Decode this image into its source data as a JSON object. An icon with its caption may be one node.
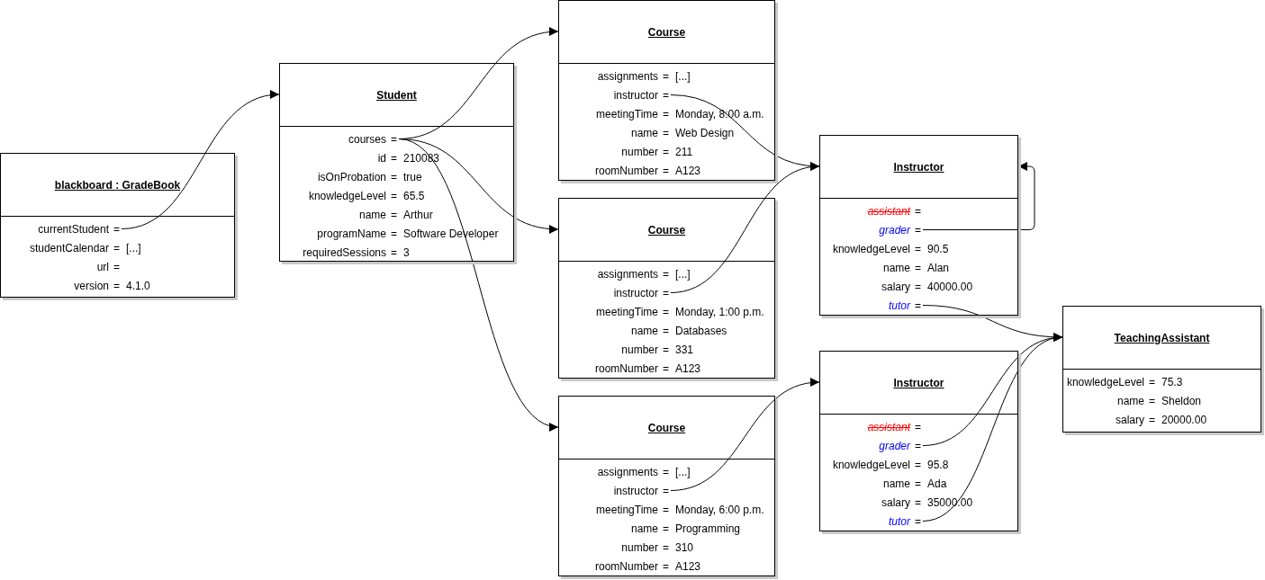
{
  "diagram": {
    "nodes": [
      {
        "text": [
          "blackboard : GradeBook"
        ]
      },
      {
        "text": [
          "currentStudent",
          "="
        ],
        "in": 0
      },
      {
        "text": [
          "studentCalendar",
          "=",
          "[...]"
        ],
        "in": 0
      },
      {
        "text": [
          "url",
          "="
        ],
        "in": 0
      },
      {
        "text": [
          "version",
          "=",
          "4.1.0"
        ],
        "in": 0
      },
      {
        "text": [
          "Student"
        ]
      },
      {
        "text": [
          "courses",
          "="
        ],
        "in": 5
      },
      {
        "text": [
          "id",
          "=",
          "210083"
        ],
        "in": 5
      },
      {
        "text": [
          "isOnProbation",
          "=",
          "true"
        ],
        "in": 5
      },
      {
        "text": [
          "knowledgeLevel",
          "=",
          "65.5"
        ],
        "in": 5
      },
      {
        "text": [
          "name",
          "=",
          "Arthur"
        ],
        "in": 5
      },
      {
        "text": [
          "programName",
          "=",
          "Software Developer"
        ],
        "in": 5
      },
      {
        "text": [
          "requiredSessions",
          "=",
          "3"
        ],
        "in": 5
      },
      {
        "text": [
          "Course"
        ]
      },
      {
        "text": [
          "assignments",
          "=",
          "[...]"
        ],
        "in": 13
      },
      {
        "text": [
          "instructor",
          "="
        ],
        "in": 13
      },
      {
        "text": [
          "meetingTime",
          "=",
          "Monday, 8:00 a.m."
        ],
        "in": 13
      },
      {
        "text": [
          "name",
          "=",
          "Web Design"
        ],
        "in": 13
      },
      {
        "text": [
          "number",
          "=",
          "211"
        ],
        "in": 13
      },
      {
        "text": [
          "roomNumber",
          "=",
          "A123"
        ],
        "in": 13
      },
      {
        "text": [
          "Course"
        ]
      },
      {
        "text": [
          "assignments",
          "=",
          "[...]"
        ],
        "in": 20
      },
      {
        "text": [
          "instructor",
          "="
        ],
        "in": 20
      },
      {
        "text": [
          "meetingTime",
          "=",
          "Monday, 1:00 p.m."
        ],
        "in": 20
      },
      {
        "text": [
          "name",
          "=",
          "Databases"
        ],
        "in": 20
      },
      {
        "text": [
          "number",
          "=",
          "331"
        ],
        "in": 20
      },
      {
        "text": [
          "roomNumber",
          "=",
          "A123"
        ],
        "in": 20
      },
      {
        "text": [
          "Course"
        ]
      },
      {
        "text": [
          "assignments",
          "=",
          "[...]"
        ],
        "in": 27
      },
      {
        "text": [
          "instructor",
          "="
        ],
        "in": 27
      },
      {
        "text": [
          "meetingTime",
          "=",
          "Monday, 6:00 p.m."
        ],
        "in": 27
      },
      {
        "text": [
          "name",
          "=",
          "Programming"
        ],
        "in": 27
      },
      {
        "text": [
          "number",
          "=",
          "310"
        ],
        "in": 27
      },
      {
        "text": [
          "roomNumber",
          "=",
          "A123"
        ],
        "in": 27
      },
      {
        "text": [
          "Instructor"
        ]
      },
      {
        "text": [
          "assistant",
          "="
        ],
        "in": 34
      },
      {
        "text": [
          "grader",
          "="
        ],
        "in": 34
      },
      {
        "text": [
          "knowledgeLevel",
          "=",
          "90.5"
        ],
        "in": 34
      },
      {
        "text": [
          "name",
          "=",
          "Alan"
        ],
        "in": 34
      },
      {
        "text": [
          "salary",
          "=",
          "40000.00"
        ],
        "in": 34
      },
      {
        "text": [
          "tutor",
          "="
        ],
        "in": 34
      },
      {
        "text": [
          "Instructor"
        ]
      },
      {
        "text": [
          "assistant",
          "="
        ],
        "in": 41
      },
      {
        "text": [
          "grader",
          "="
        ],
        "in": 41
      },
      {
        "text": [
          "knowledgeLevel",
          "=",
          "95.8"
        ],
        "in": 41
      },
      {
        "text": [
          "name",
          "=",
          "Ada"
        ],
        "in": 41
      },
      {
        "text": [
          "salary",
          "=",
          "35000.00"
        ],
        "in": 41
      },
      {
        "text": [
          "tutor",
          "="
        ],
        "in": 41
      },
      {
        "text": [
          "TeachingAssistant"
        ]
      },
      {
        "text": [
          "knowledgeLevel",
          "=",
          "75.3"
        ],
        "in": 48
      },
      {
        "text": [
          "name",
          "=",
          "Sheldon"
        ],
        "in": 48
      },
      {
        "text": [
          "salary",
          "=",
          "20000.00"
        ],
        "in": 48
      }
    ],
    "edges": [
      {
        "from": 1,
        "to": 5,
        "arrow": "to"
      },
      {
        "from": 6,
        "to": 13,
        "arrow": "to"
      },
      {
        "from": 6,
        "to": 20,
        "arrow": "to"
      },
      {
        "from": 6,
        "to": 27,
        "arrow": "to"
      },
      {
        "from": 15,
        "to": 34,
        "arrow": "to"
      },
      {
        "from": 22,
        "to": 34,
        "arrow": "to"
      },
      {
        "from": 29,
        "to": 41,
        "arrow": "to"
      },
      {
        "from": 36,
        "to": 34,
        "arrow": "to"
      },
      {
        "from": 40,
        "to": 48,
        "arrow": "to"
      },
      {
        "from": 43,
        "to": 48,
        "arrow": "to"
      },
      {
        "from": 47,
        "to": 48,
        "arrow": "to"
      }
    ]
  }
}
